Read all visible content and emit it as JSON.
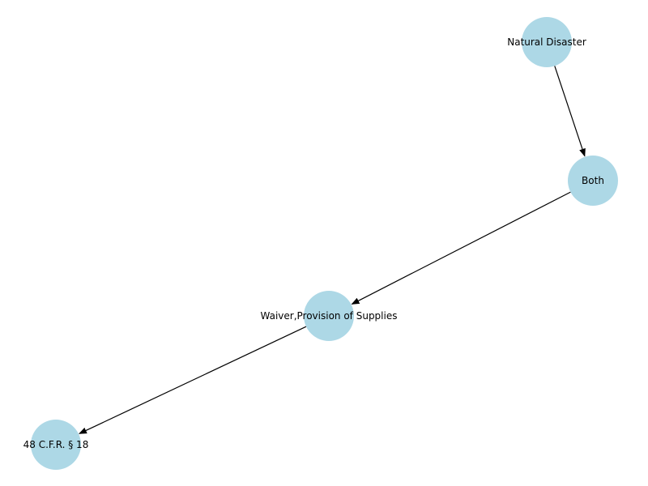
{
  "graph": {
    "node_color": "#add8e6",
    "edge_color": "#000000",
    "nodes": [
      {
        "id": "n1",
        "label": "Natural Disaster"
      },
      {
        "id": "n2",
        "label": "Both"
      },
      {
        "id": "n3",
        "label": "Waiver,Provision of Supplies"
      },
      {
        "id": "n4",
        "label": "48 C.F.R. § 18"
      }
    ],
    "edges": [
      {
        "from": "n1",
        "to": "n2"
      },
      {
        "from": "n2",
        "to": "n3"
      },
      {
        "from": "n3",
        "to": "n4"
      }
    ]
  }
}
